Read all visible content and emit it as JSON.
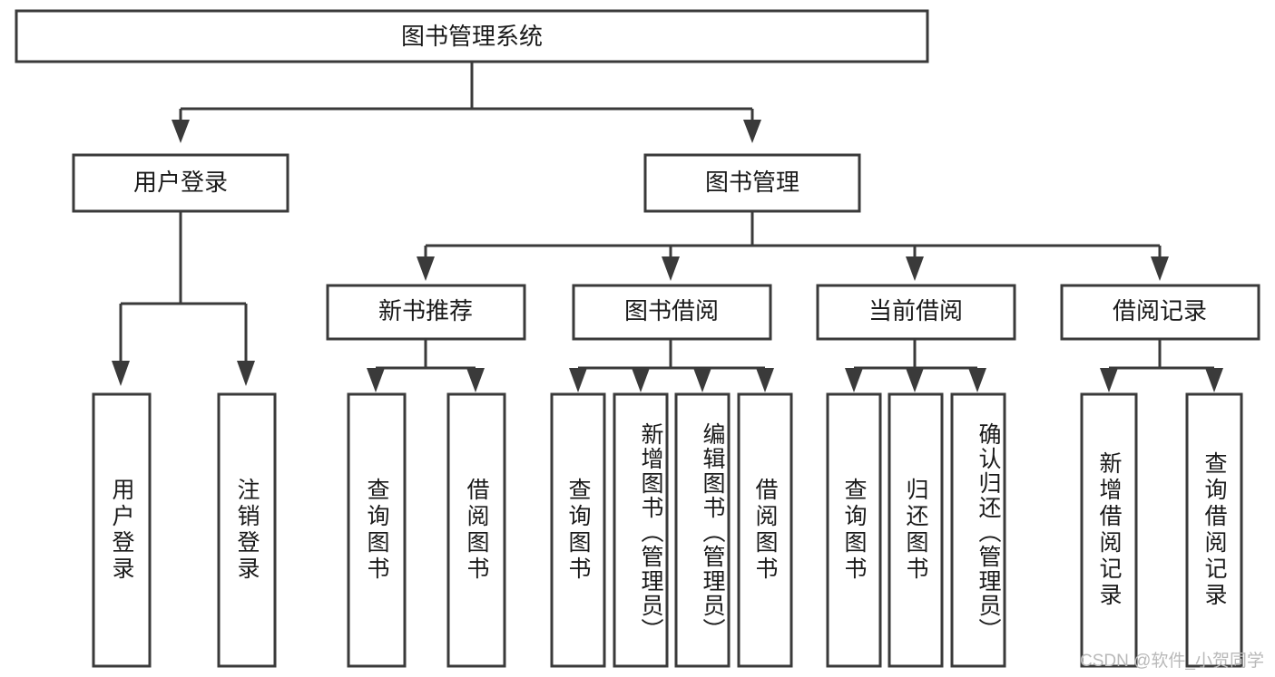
{
  "diagram": {
    "type": "tree",
    "title": "图书管理系统",
    "orientation": "top-down",
    "colors": {
      "box_stroke": "#3a3a3a",
      "box_fill": "#ffffff",
      "text": "#1a1a1a",
      "background": "#ffffff",
      "watermark": "#b9b9b9"
    },
    "root": {
      "label": "图书管理系统"
    },
    "level2": [
      {
        "label": "用户登录"
      },
      {
        "label": "图书管理"
      }
    ],
    "level3": [
      {
        "label": "新书推荐"
      },
      {
        "label": "图书借阅"
      },
      {
        "label": "当前借阅"
      },
      {
        "label": "借阅记录"
      }
    ],
    "leaves": {
      "user_login": [
        {
          "label": "用户登录"
        },
        {
          "label": "注销登录"
        }
      ],
      "new_book_recommend": [
        {
          "label": "查询图书"
        },
        {
          "label": "借阅图书"
        }
      ],
      "book_borrow": [
        {
          "label": "查询图书"
        },
        {
          "label": "新增图书（管理员）"
        },
        {
          "label": "编辑图书（管理员）"
        },
        {
          "label": "借阅图书"
        }
      ],
      "current_borrow": [
        {
          "label": "查询图书"
        },
        {
          "label": "归还图书"
        },
        {
          "label": "确认归还（管理员）"
        }
      ],
      "borrow_record": [
        {
          "label": "新增借阅记录"
        },
        {
          "label": "查询借阅记录"
        }
      ]
    }
  },
  "watermark": {
    "text": "CSDN @软件_小贺同学"
  }
}
